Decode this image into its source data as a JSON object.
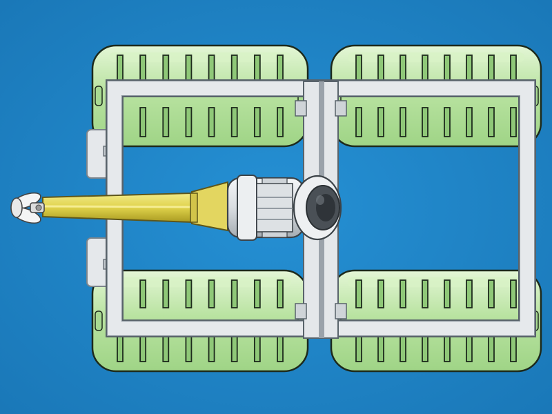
{
  "diagram": {
    "colors": {
      "water": "#1f86c8",
      "water_dark": "#1a76b3",
      "float_fill": "#b7e39f",
      "float_light": "#d8f2c6",
      "float_outline": "#1d2a1c",
      "frame": "#dfe3e7",
      "frame_shadow": "#9aa2aa",
      "shaft_yellow": "#e7dc5a",
      "shaft_dark": "#b7a62b",
      "metal": "#e8eaec",
      "metal_dark": "#6b7278",
      "motor_face": "#444a50",
      "propeller": "#f2f2f2"
    },
    "components": [
      {
        "name": "float-top-left"
      },
      {
        "name": "float-top-right"
      },
      {
        "name": "float-bottom-left"
      },
      {
        "name": "float-bottom-right"
      },
      {
        "name": "support-frame"
      },
      {
        "name": "center-beam"
      },
      {
        "name": "motor-housing"
      },
      {
        "name": "drive-shaft"
      },
      {
        "name": "propeller"
      }
    ]
  }
}
